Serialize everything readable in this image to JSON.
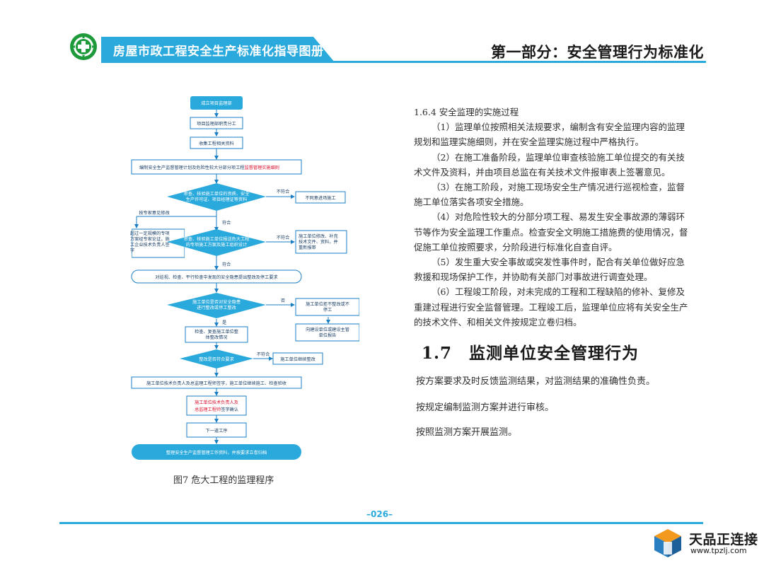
{
  "header": {
    "book_title": "房屋市政工程安全生产标准化指导图册",
    "part_title": "第一部分：安全管理行为标准化",
    "colors": {
      "accent": "#2aa9dc",
      "logo_green": "#1e9a3a"
    }
  },
  "flowchart": {
    "steps": {
      "s1": "成立项目监理部",
      "s2": "项目监理部职责分工",
      "s3": "收集工程相关资料",
      "s4_a": "编制安全生产监督管理计划及危险性较大分部分项工程",
      "s4_b": "监督管理实施细则",
      "d1_l1": "审查、核验施工单位的资质、安全",
      "d1_l2": "生产许可证、项目经理证等资料",
      "no1": "不符合",
      "stop1": "不同意进场施工",
      "re1": "按专家意见修改",
      "ok1": "符合",
      "left_l1": "超过一定规模的专项",
      "left_l2": "方案经专家论证，施",
      "left_l3": "工企业技术负责人签",
      "left_l4": "字",
      "d2_l1": "审查、核验施工单位报送危大工程",
      "d2_l2": "的专项施工方案及施工组织设计",
      "no2": "不符合",
      "right2_l1": "施工单位修改、补充",
      "right2_l2": "技术文件、资料，并",
      "right2_l3": "重新报审",
      "ok2": "符合",
      "s5": "对巡视、检查、平行检查中发现的安全隐患提出整改及停工要求",
      "d3_l1": "施工单位是否对安全隐患",
      "d3_l2": "进行整改或停工整改",
      "no3": "否",
      "right3_l1": "施工单位拒不整改或不",
      "right3_l2": "停工",
      "right3b_l1": "向建设单位或建设主管",
      "right3b_l2": "单位报告",
      "yes3": "是",
      "s6_l1": "检查、复查施工单位整",
      "s6_l2": "体整改情况",
      "d4": "整改是否符合要求",
      "no4": "不符合",
      "right4": "施工单位继续整改",
      "s7": "施工单位技术负责人及总监理工程师签字，施工单位继续施工、检查验收",
      "s8_a": "施工单位技术负责人及",
      "s8_b1": "总监理工程师",
      "s8_b2": "签字确认",
      "s9": "下一道工序",
      "s10": "整理安全生产监督管理工作资料，并按要求立卷归档"
    },
    "caption": "图7  危大工程的监理程序"
  },
  "content": {
    "subheading": "1.6.4 安全监理的实施过程",
    "paragraphs": [
      "（1）监理单位按照相关法规要求，编制含有安全监理内容的监理规划和监理实施细则，并在安全监理实施过程中严格执行。",
      "（2）在施工准备阶段，监理单位审查核验施工单位提交的有关技术文件及资料，并由项目总监在有关技术文件报审表上签署意见。",
      "（3）在施工阶段，对施工现场安全生产情况进行巡视检查，监督施工单位落实各项安全措施。",
      "（4）对危险性较大的分部分项工程、易发生安全事故源的薄弱环节等作为安全监理工作重点。检查安全文明施工措施费的使用情况，督促施工单位按照要求，分阶段进行标准化自查自评。",
      "（5）发生重大安全事故或突发性事件时，配合有关单位做好应急救援和现场保护工作，并协助有关部门对事故进行调查处理。",
      "（6）工程竣工阶段，对未完成的工程和工程缺陷的修补、复修及重建过程进行安全监督管理。工程竣工后，监理单位应将有关安全生产的技术文件、和相关文件按规定立卷归档。"
    ],
    "section_title": "1.7　监测单位安全管理行为",
    "section_lines": [
      "按方案要求及时反馈监测结果，对监测结果的准确性负责。",
      "按规定编制监测方案并进行审核。",
      "按照监测方案开展监测。"
    ]
  },
  "footer": {
    "page_number": "–026–",
    "watermark_name": "天品正连接",
    "watermark_url": "www.tpzlj.com"
  }
}
